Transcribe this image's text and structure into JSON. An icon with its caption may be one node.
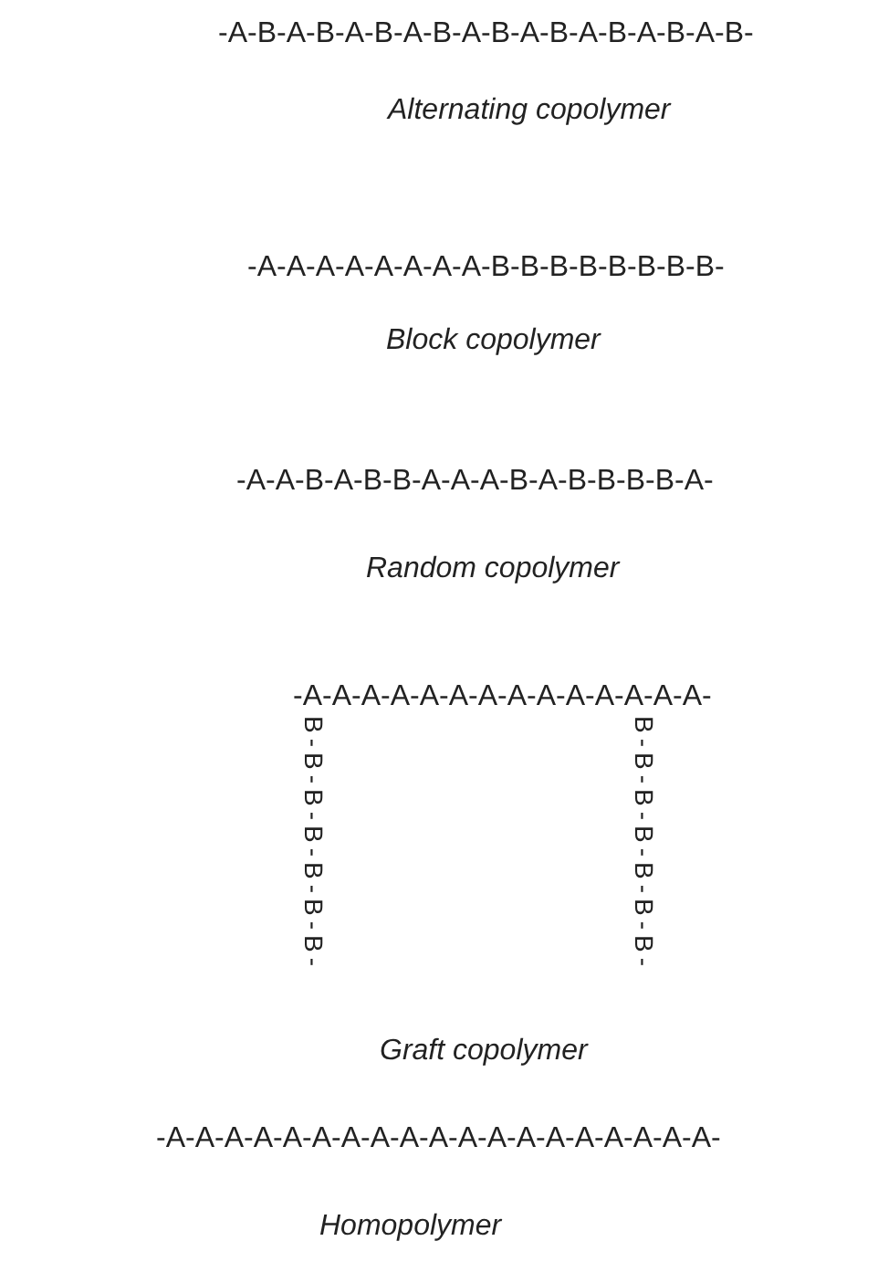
{
  "diagram": {
    "labels": [
      "-A-B-A-B-A-B-A-B-A-B-A-B-A-B-A-B-A-B-",
      "Alternating copolymer",
      "-A-A-A-A-A-A-A-A-B-B-B-B-B-B-B-B-",
      "Block copolymer",
      "-A-A-B-A-B-B-A-A-A-B-A-B-B-B-B-A-",
      "Random copolymer",
      "-A-A-A-A-A-A-A-A-A-A-A-A-A-A-",
      "B-B-B-B-B-B-B-",
      "B-B-B-B-B-B-B-",
      "Graft copolymer",
      "-A-A-A-A-A-A-A-A-A-A-A-A-A-A-A-A-A-A-A-",
      "Homopolymer"
    ]
  }
}
